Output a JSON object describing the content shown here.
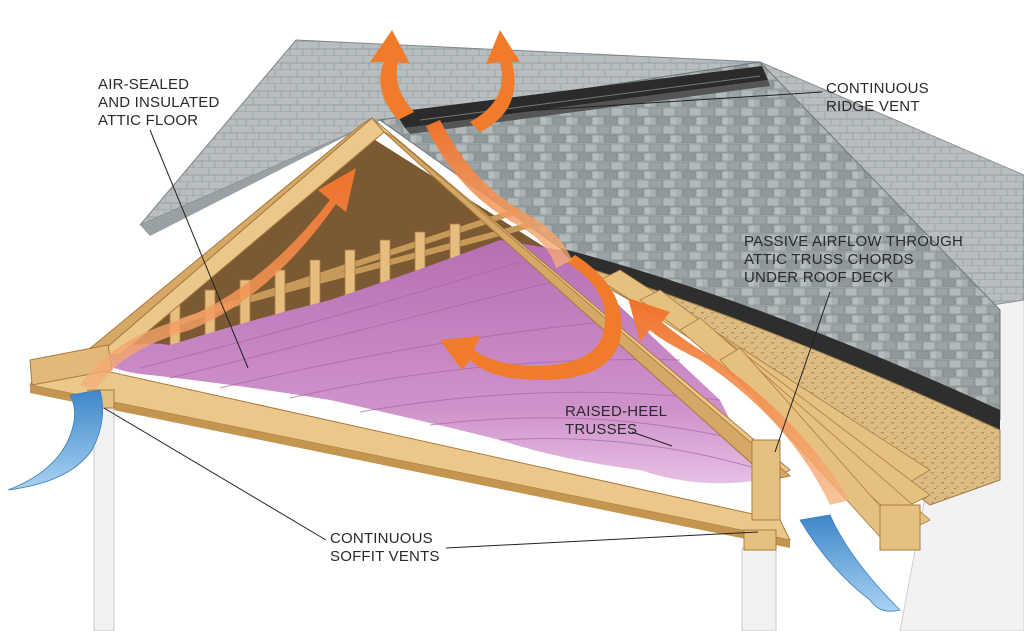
{
  "labels": {
    "attic_floor": [
      "AIR-SEALED",
      "AND INSULATED",
      "ATTIC FLOOR"
    ],
    "ridge_vent": [
      "CONTINUOUS",
      "RIDGE VENT"
    ],
    "passive_airflow": [
      "PASSIVE AIRFLOW THROUGH",
      "ATTIC TRUSS CHORDS",
      "UNDER ROOF DECK"
    ],
    "raised_heel": [
      "RAISED-HEEL",
      "TRUSSES"
    ],
    "soffit_vents": [
      "CONTINUOUS",
      "SOFFIT VENTS"
    ]
  },
  "colors": {
    "shingle": "#9aa3a6",
    "shingle_dark": "#6f787c",
    "ridge_vent": "#2b2b2b",
    "wood": "#e8c184",
    "wood_dark": "#b98a4a",
    "insulation": "#c987c6",
    "insulation_light": "#dfb0dc",
    "osb": "#d7b57a",
    "underlayment": "#333333",
    "airflow_warm": "#f07b2a",
    "airflow_cool": "#6aa9dd",
    "wall": "#f3f3f3",
    "leader": "#222222"
  },
  "icons": [
    "airflow-arrow-icon",
    "intake-air-icon"
  ]
}
